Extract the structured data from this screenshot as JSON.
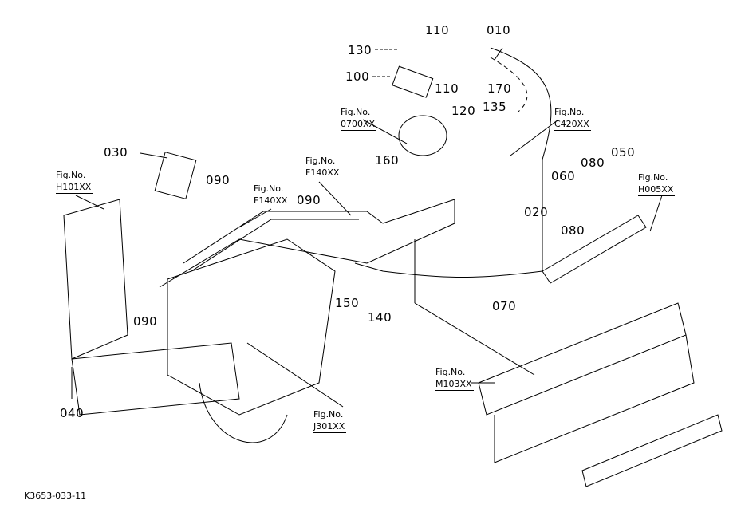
{
  "diagram_id": "K3653-033-11",
  "part_numbers": [
    {
      "label": "130"
    },
    {
      "label": "110"
    },
    {
      "label": "010"
    },
    {
      "label": "100"
    },
    {
      "label": "110"
    },
    {
      "label": "170"
    },
    {
      "label": "120"
    },
    {
      "label": "135"
    },
    {
      "label": "030"
    },
    {
      "label": "160"
    },
    {
      "label": "050"
    },
    {
      "label": "080"
    },
    {
      "label": "060"
    },
    {
      "label": "090"
    },
    {
      "label": "090"
    },
    {
      "label": "020"
    },
    {
      "label": "080"
    },
    {
      "label": "070"
    },
    {
      "label": "150"
    },
    {
      "label": "140"
    },
    {
      "label": "090"
    },
    {
      "label": "040"
    }
  ],
  "figure_refs": [
    {
      "prefix": "Fig.No.",
      "code": "0700XX"
    },
    {
      "prefix": "Fig.No.",
      "code": "C420XX"
    },
    {
      "prefix": "Fig.No.",
      "code": "H101XX"
    },
    {
      "prefix": "Fig.No.",
      "code": "F140XX"
    },
    {
      "prefix": "Fig.No.",
      "code": "F140XX"
    },
    {
      "prefix": "Fig.No.",
      "code": "H005XX"
    },
    {
      "prefix": "Fig.No.",
      "code": "M103XX"
    },
    {
      "prefix": "Fig.No.",
      "code": "J301XX"
    }
  ]
}
